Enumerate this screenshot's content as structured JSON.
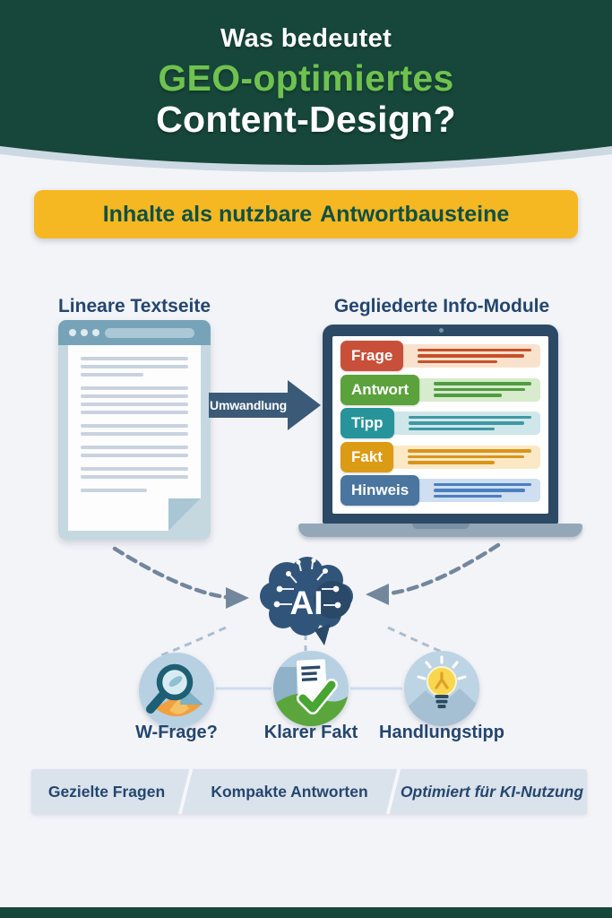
{
  "header": {
    "line1": "Was bedeutet",
    "line2": "GEO-optimiertes",
    "line3": "Content-Design?",
    "bg_color": "#17473b",
    "accent_color": "#6fc24f"
  },
  "banner": {
    "text_regular": "Inhalte als nutzbare",
    "text_bold": "Antwortbausteine",
    "bg_color": "#f5b822",
    "text_color": "#0f5044"
  },
  "left_panel": {
    "title": "Lineare Textseite"
  },
  "transform_arrow": {
    "label": "Umwandlung",
    "color": "#3b5a77"
  },
  "right_panel": {
    "title": "Gegliederte Info-Module",
    "modules": [
      {
        "label": "Frage",
        "chip_color": "#c8503a",
        "row_color": "#f9e2cc",
        "line_color": "#c7502c"
      },
      {
        "label": "Antwort",
        "chip_color": "#5ba23d",
        "row_color": "#d7ebcd",
        "line_color": "#4f9d3f"
      },
      {
        "label": "Tipp",
        "chip_color": "#27949b",
        "row_color": "#cfe7ea",
        "line_color": "#3e98a3"
      },
      {
        "label": "Fakt",
        "chip_color": "#dc9b14",
        "row_color": "#fbe9c6",
        "line_color": "#d9941a"
      },
      {
        "label": "Hinweis",
        "chip_color": "#49759f",
        "row_color": "#cfdef0",
        "line_color": "#4a7fc1"
      }
    ]
  },
  "ai_hub": {
    "label": "AI",
    "brain_color": "#31547a"
  },
  "features": [
    {
      "label": "W-Frage?",
      "icon": "magnifier-icon"
    },
    {
      "label": "Klarer Fakt",
      "icon": "document-check-icon"
    },
    {
      "label": "Handlungstipp",
      "icon": "lightbulb-icon"
    }
  ],
  "bottom_bar": {
    "items": [
      {
        "text": "Gezielte Fragen"
      },
      {
        "text": "Kompakte Antworten"
      },
      {
        "text": "Optimiert für KI-Nutzung"
      }
    ]
  }
}
